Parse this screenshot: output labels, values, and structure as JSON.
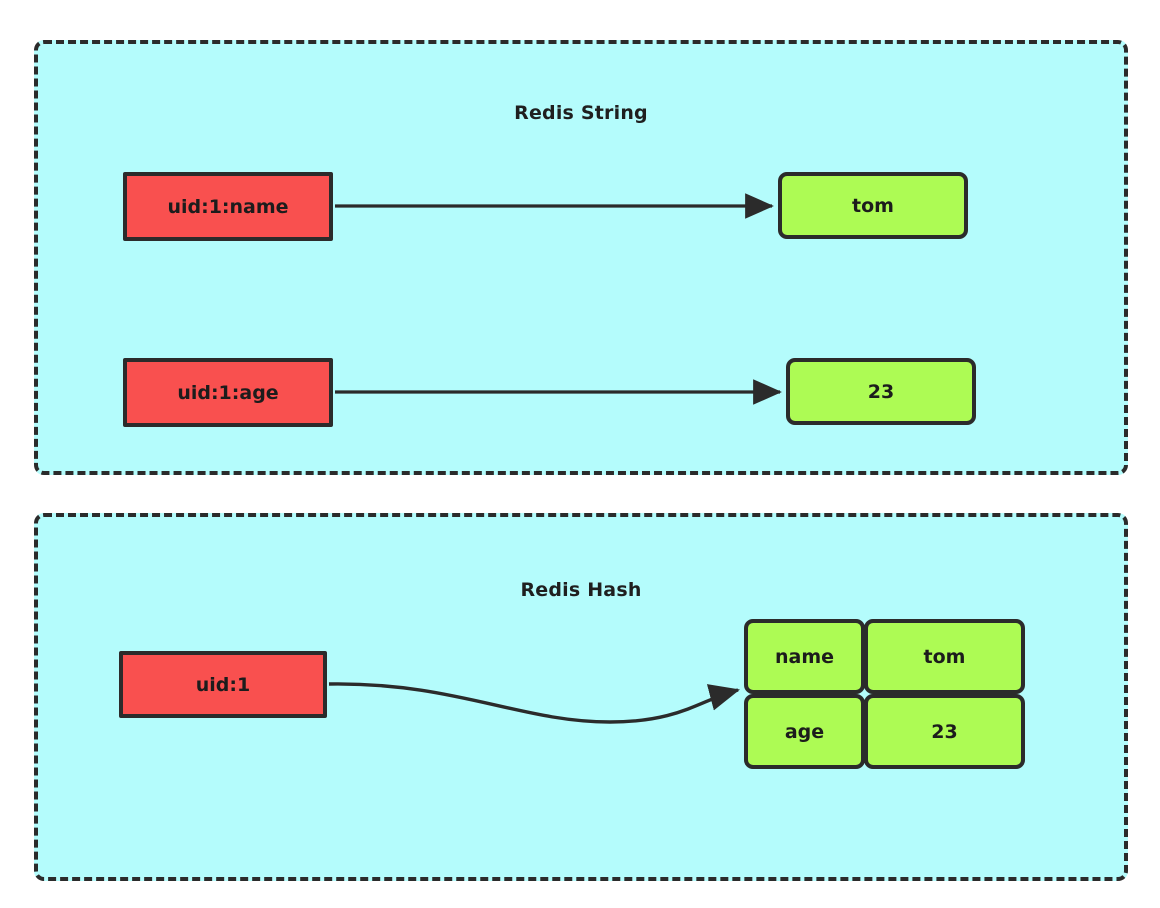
{
  "diagram": {
    "title_semantic": "redis-string-vs-hash",
    "background_color": "#ffffff",
    "panel_fill": "#b4fcfc",
    "panel_border": "#2b2b2b",
    "key_color": "#f9504f",
    "value_color": "#adfb54",
    "text_color": "#1c1c1c"
  },
  "panels": [
    {
      "id": "string",
      "title": "Redis String",
      "keys": [
        {
          "label": "uid:1:name"
        },
        {
          "label": "uid:1:age"
        }
      ],
      "values": [
        {
          "label": "tom"
        },
        {
          "label": "23"
        }
      ],
      "edges": [
        {
          "from": "uid:1:name",
          "to": "tom",
          "style": "straight-arrow"
        },
        {
          "from": "uid:1:age",
          "to": "23",
          "style": "straight-arrow"
        }
      ]
    },
    {
      "id": "hash",
      "title": "Redis Hash",
      "keys": [
        {
          "label": "uid:1"
        }
      ],
      "table": {
        "rows": [
          {
            "field": "name",
            "value": "tom"
          },
          {
            "field": "age",
            "value": "23"
          }
        ]
      },
      "edges": [
        {
          "from": "uid:1",
          "to": "hash-table",
          "style": "curved-arrow"
        }
      ]
    }
  ]
}
